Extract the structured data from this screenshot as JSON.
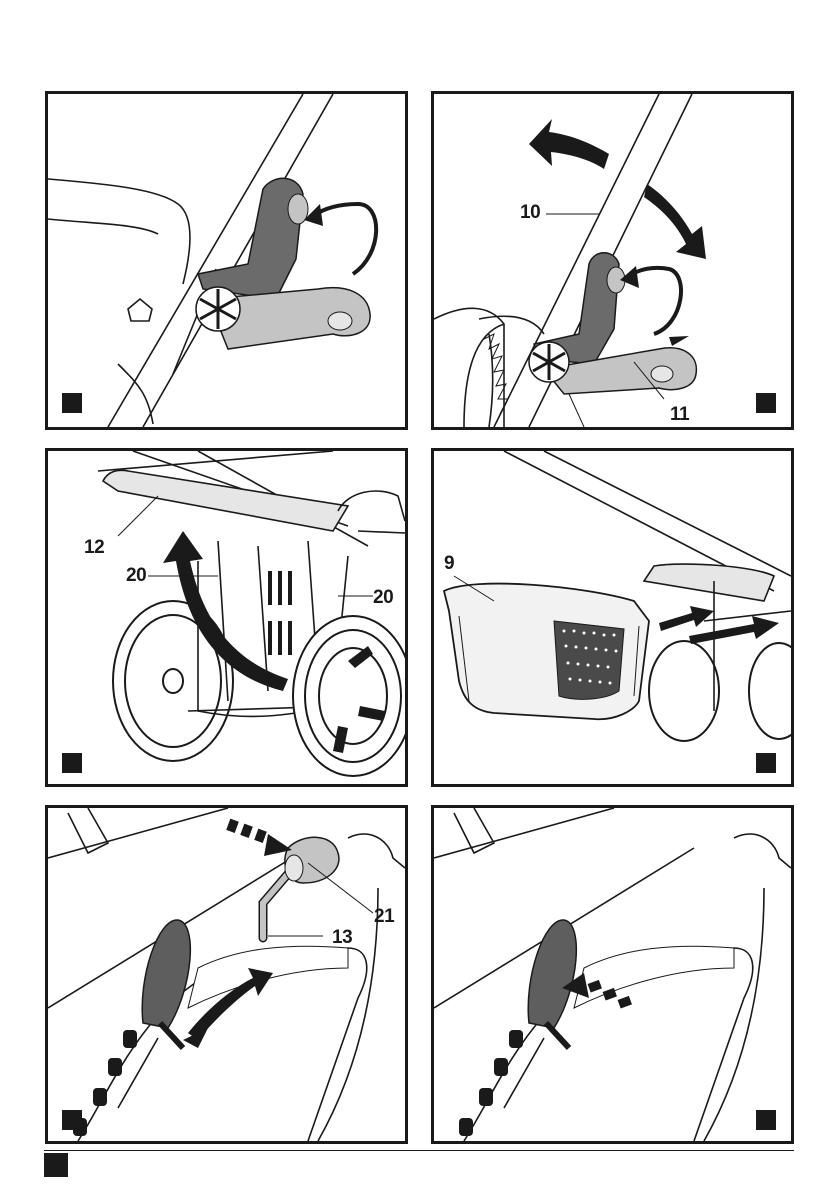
{
  "figures": [
    {
      "callouts": []
    },
    {
      "callouts": [
        {
          "label": "10"
        },
        {
          "label": "11"
        }
      ]
    },
    {
      "callouts": [
        {
          "label": "12"
        },
        {
          "label": "20"
        },
        {
          "label": "20"
        }
      ]
    },
    {
      "callouts": [
        {
          "label": "9"
        }
      ]
    },
    {
      "callouts": [
        {
          "label": "21"
        },
        {
          "label": "13"
        }
      ]
    },
    {
      "callouts": []
    }
  ],
  "icons": [
    "curved-arrow-icon",
    "block-arrow-icon",
    "dashed-arrow-icon",
    "double-arrow-icon"
  ],
  "colors": {
    "line": "#1a1a1a",
    "part_gray": "#6b6b6b",
    "part_light": "#c4c4c4",
    "fill": "#ffffff"
  }
}
